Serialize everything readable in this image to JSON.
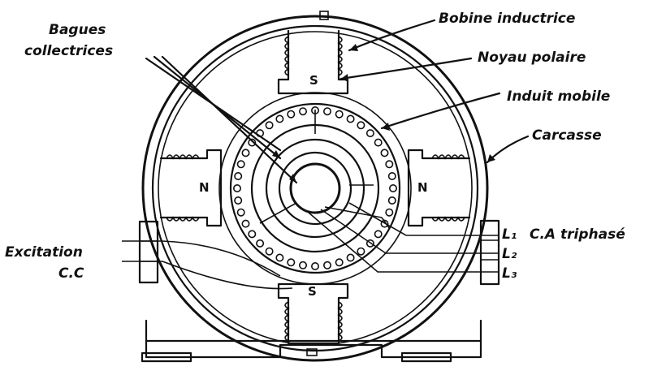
{
  "labels": {
    "bagues_line1": "Bagues",
    "bagues_line2": "collectrices",
    "bobine": "Bobine inductrice",
    "noyau": "Noyau polaire",
    "induit": "Induit mobile",
    "carcasse": "Carcasse",
    "excitation_line1": "Excitation",
    "excitation_line2": "C.C",
    "ca_triphase": "C.A triphasé",
    "l1": "L₁",
    "l2": "L₂",
    "l3": "L₃"
  },
  "poles": {
    "top": "S",
    "bottom": "S",
    "left": "N",
    "right": "N"
  },
  "ink_color": "#111111"
}
